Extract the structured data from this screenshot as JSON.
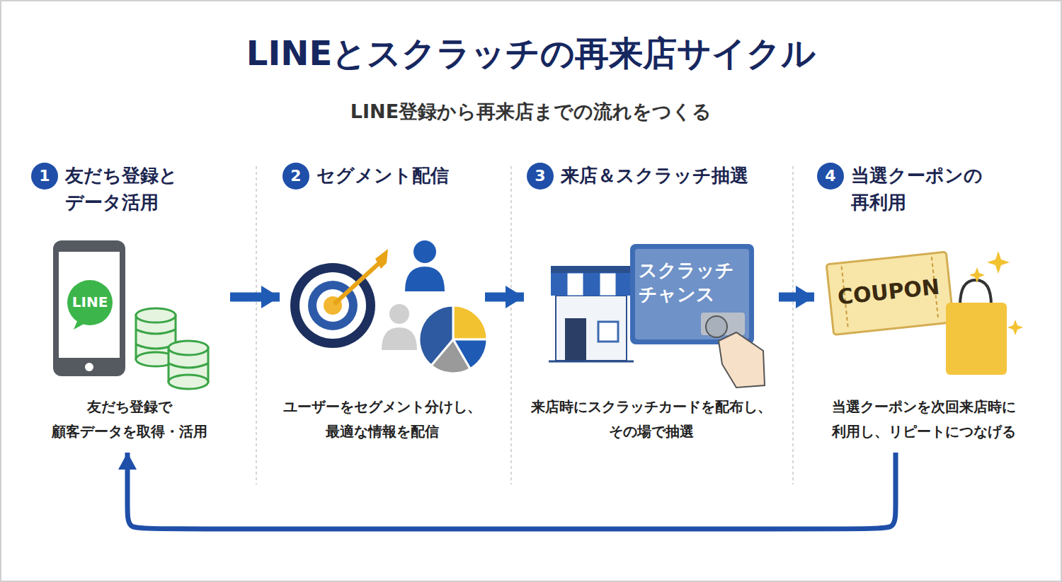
{
  "diagram": {
    "title": "LINEとスクラッチの再来店サイクル",
    "nodes": [
      {
        "text": [
          "1",
          "友だち登録と データ活用",
          "友だち登録で 顧客データを取得・活用"
        ]
      },
      {
        "text": [
          "2",
          "セグメント配信",
          "ユーザーをセグメント分けし、 最適な情報を配信"
        ]
      },
      {
        "text": [
          "3",
          "来店＆スクラッチ抽選",
          "来店時にスクラッチカードを配布し、 その場で抽選"
        ]
      },
      {
        "text": [
          "4",
          "当選クーポンの 再利用",
          "当選クーポンを次回来店時に 利用し、リピートにつなげる"
        ]
      }
    ],
    "edges": [
      {
        "from": 0,
        "to": 1,
        "arrow": "to"
      },
      {
        "from": 1,
        "to": 2,
        "arrow": "to"
      },
      {
        "from": 2,
        "to": 3,
        "arrow": "to"
      },
      {
        "from": 3,
        "to": 0,
        "arrow": "to"
      }
    ],
    "labels": [
      "LINE登録から再来店までの流れをつくる",
      "LINE",
      "スクラッチ チャンス",
      "COUPON"
    ]
  }
}
